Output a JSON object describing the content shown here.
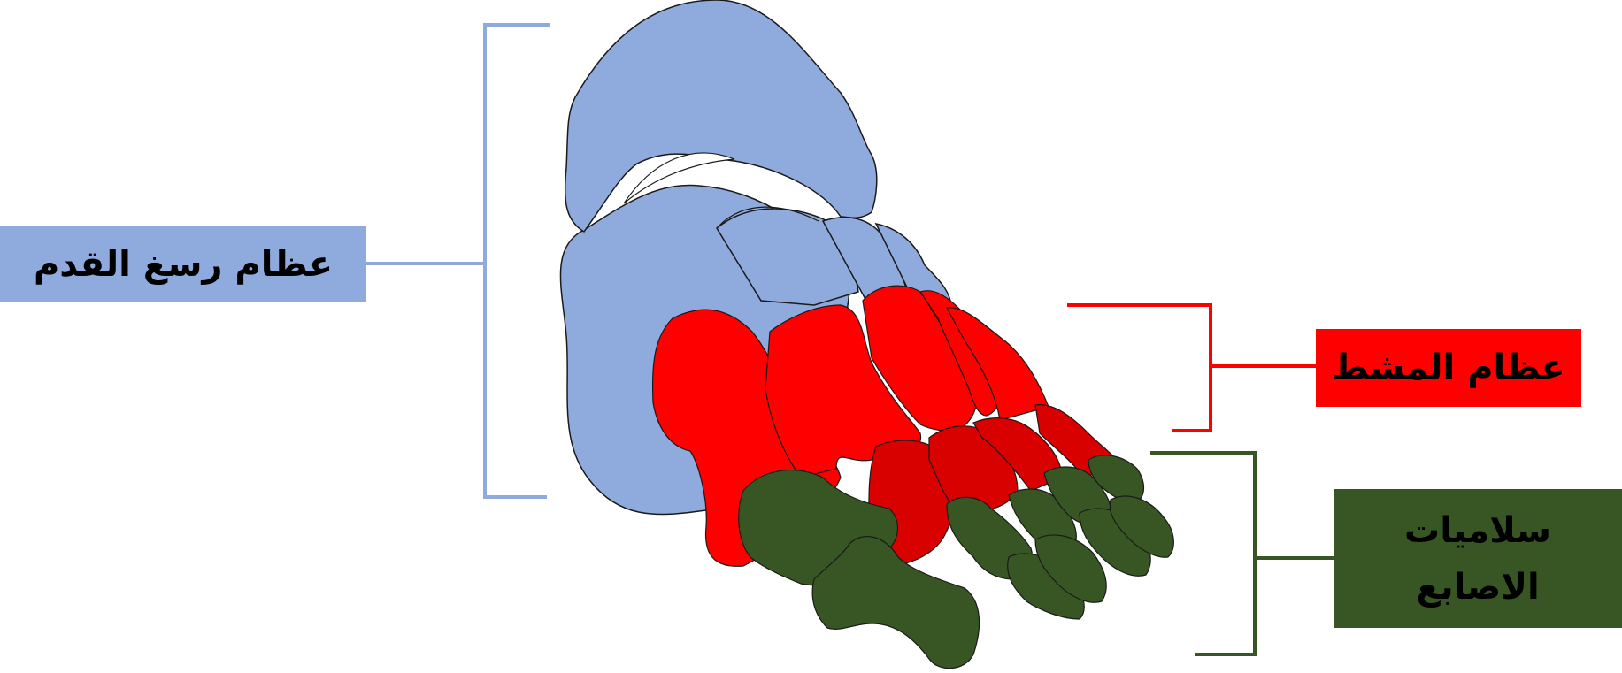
{
  "labels": {
    "tarsal": "عظام رسغ القدم",
    "metatarsal": "عظام المشط",
    "phalanges_line1": "سلاميات",
    "phalanges_line2": "الاصابع"
  },
  "colors": {
    "tarsal": "#8faadc",
    "metatarsal": "#ff0000",
    "metatarsal_dark": "#d90000",
    "phalanges": "#375623",
    "outline": "#1a1a1a"
  }
}
